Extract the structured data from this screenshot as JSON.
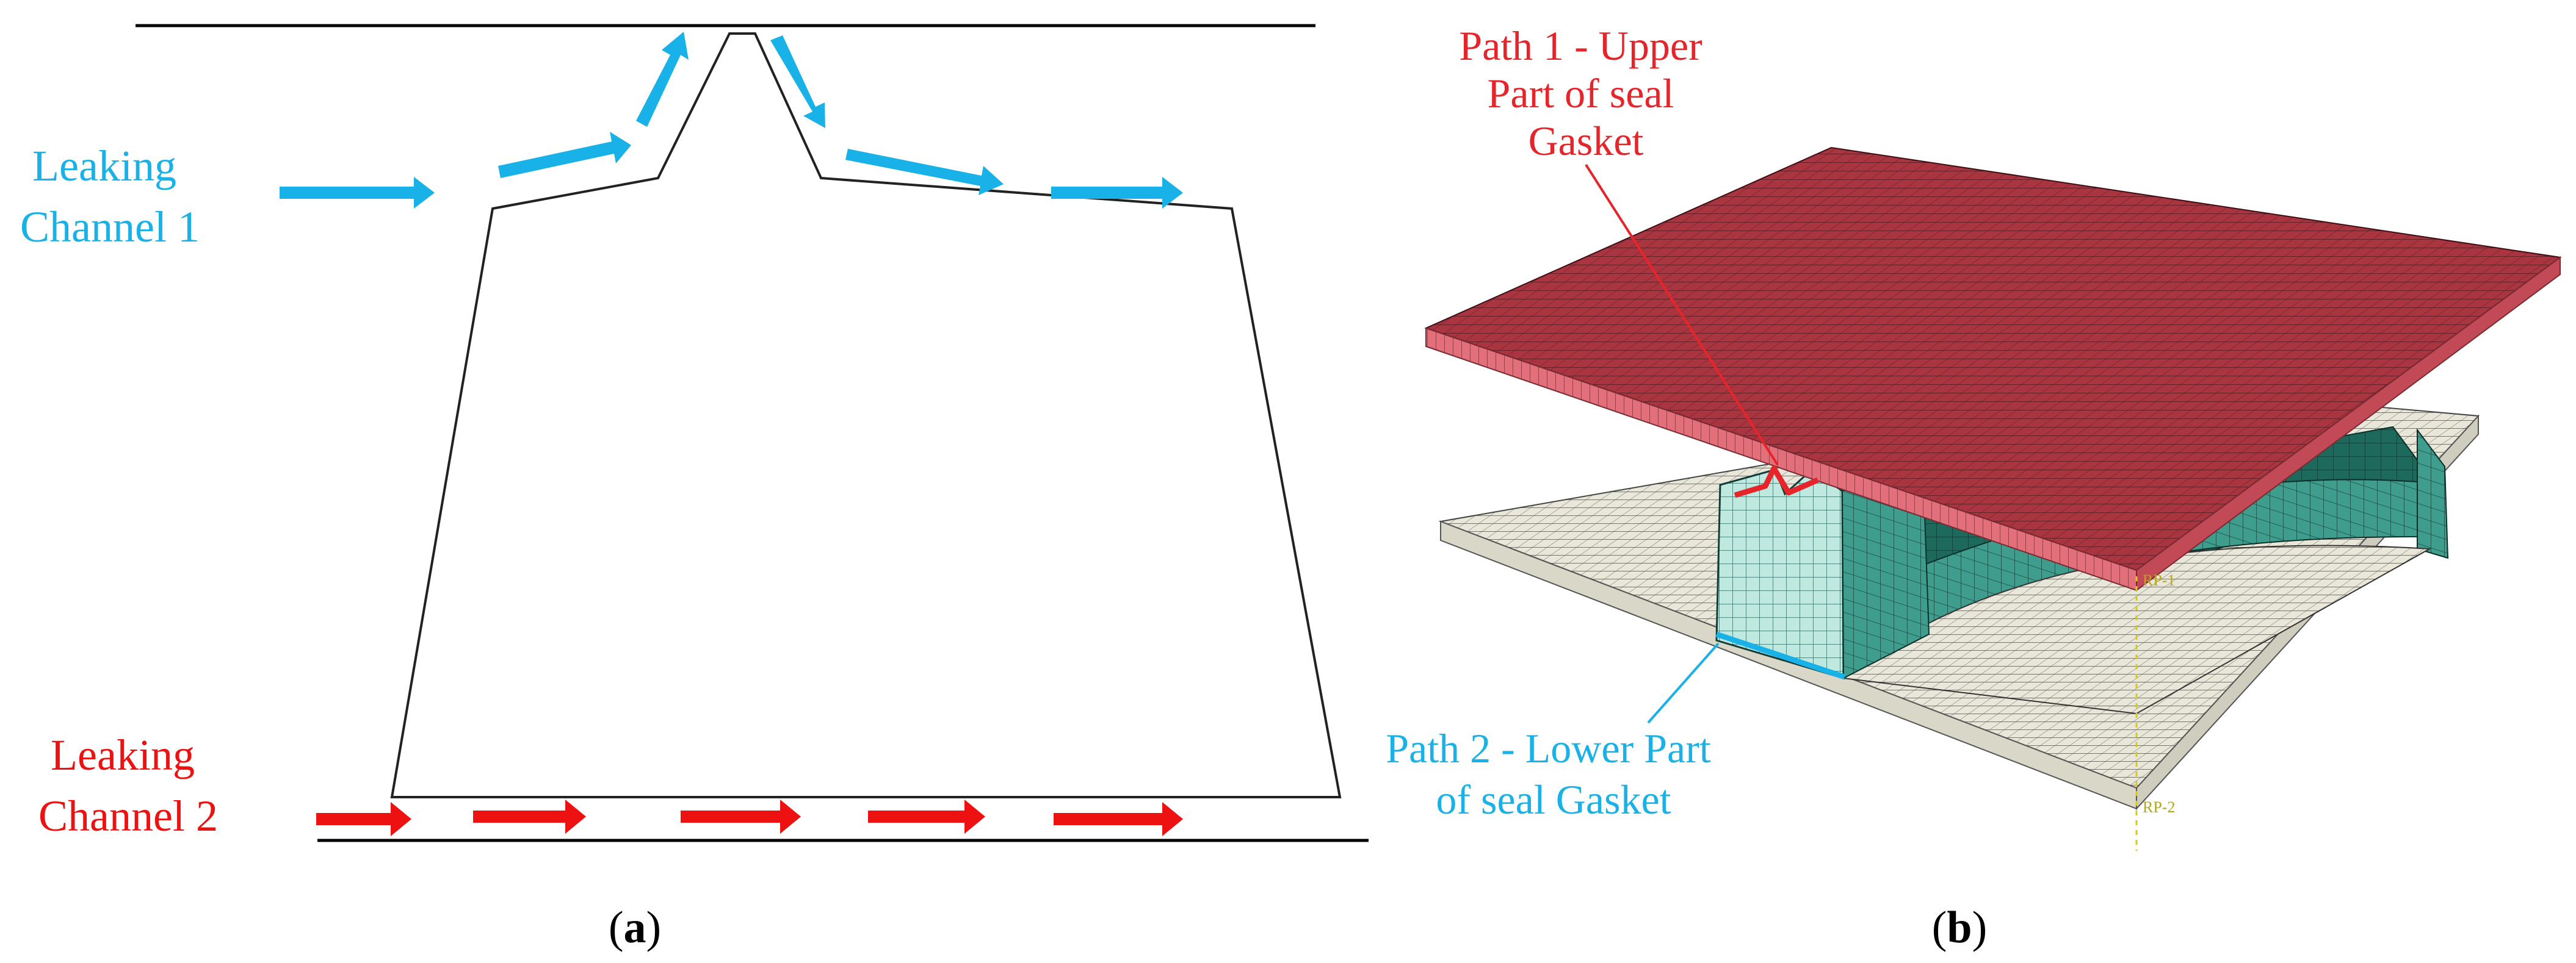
{
  "panel_a": {
    "channel_1": {
      "line1": "Leaking",
      "line2": "Channel 1",
      "color": "#19b2e8"
    },
    "channel_2": {
      "line1": "Leaking",
      "line2": "Channel 2",
      "color": "#ee1111"
    },
    "caption_open": "(",
    "caption_letter": "a",
    "caption_close": ")"
  },
  "panel_b": {
    "path_1": {
      "line1": "Path 1 - Upper",
      "line2": "Part of seal",
      "line3": "Gasket",
      "color": "#e8242b"
    },
    "path_2": {
      "line1": "Path 2 - Lower Part",
      "line2": "of seal Gasket",
      "color": "#19b2e8"
    },
    "rp_top": "RP-1",
    "rp_bottom": "RP-2",
    "colors": {
      "upper_plate": "#a8353f",
      "upper_plate_edge": "#e26f7a",
      "lower_plate": "#e9e7da",
      "gasket_front": "#bfe9df",
      "gasket_side": "#3f9d8e",
      "gasket_inner": "#1d6a5d"
    },
    "caption_open": "(",
    "caption_letter": "b",
    "caption_close": ")"
  }
}
